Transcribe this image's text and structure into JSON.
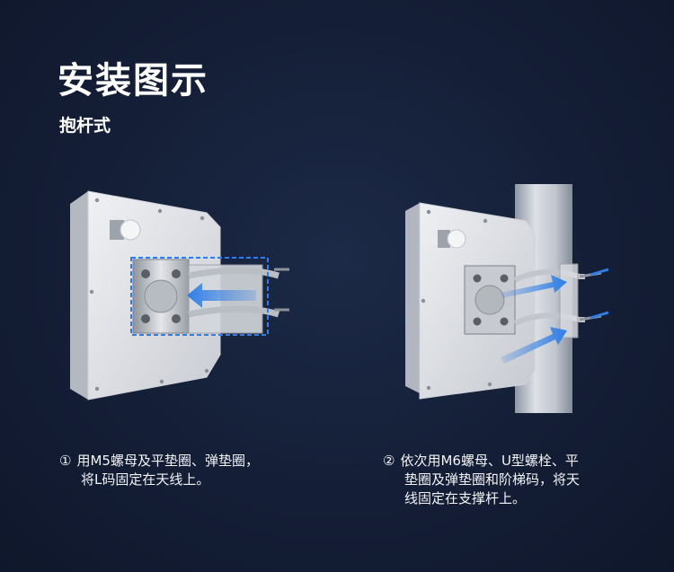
{
  "header": {
    "title": "安装图示",
    "subtitle": "抱杆式"
  },
  "steps": [
    {
      "number": "①",
      "lines": [
        "用M5螺母及平垫圈、弹垫圈，",
        "将L码固定在天线上。"
      ]
    },
    {
      "number": "②",
      "lines": [
        "依次用M6螺母、U型螺栓、平",
        "垫圈及弹垫圈和阶梯码，将天",
        "线固定在支撑杆上。"
      ]
    }
  ],
  "colors": {
    "background": "#141e36",
    "panel": "#e6e8ec",
    "accent_blue": "#2f7ee8"
  }
}
